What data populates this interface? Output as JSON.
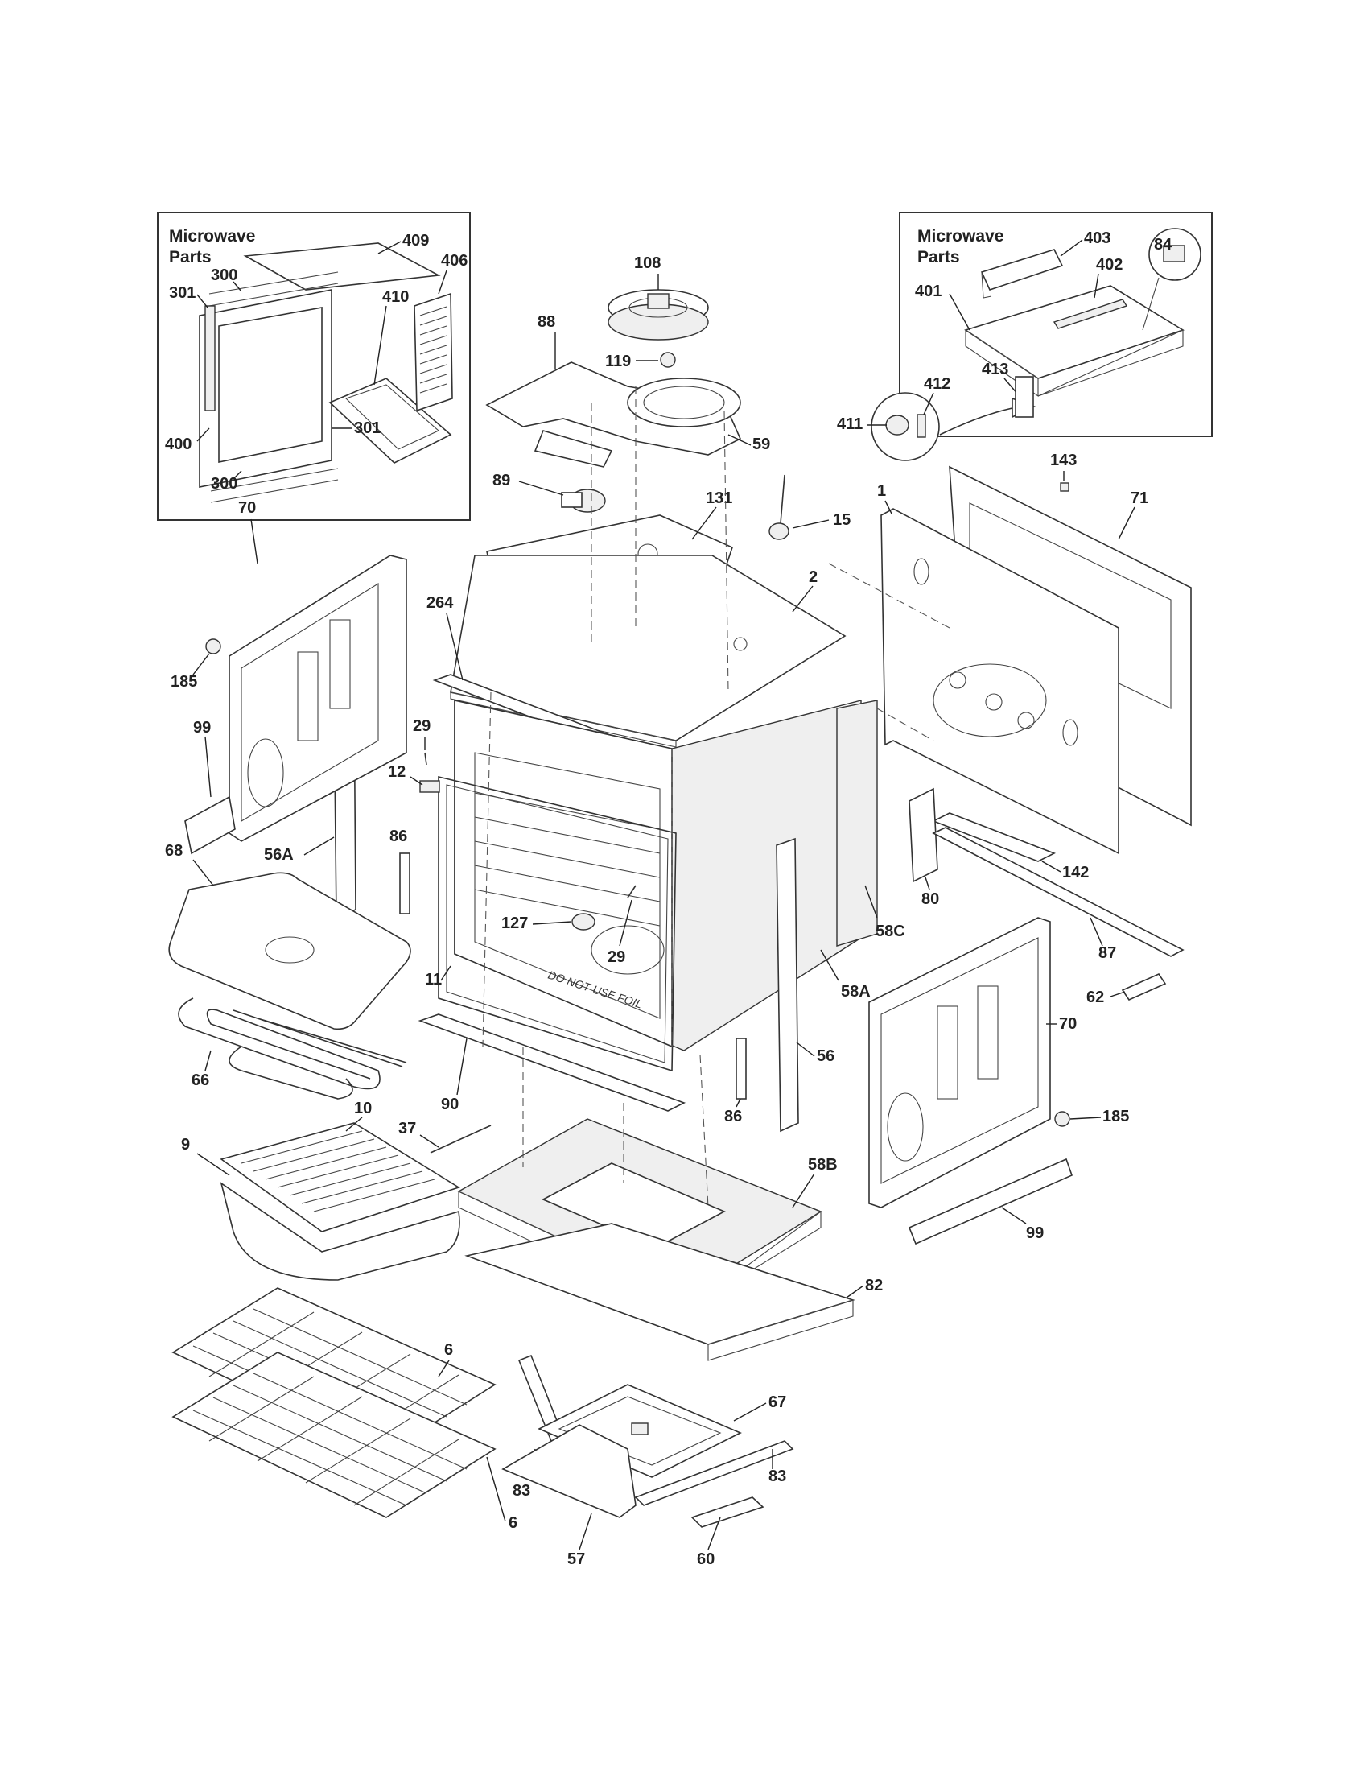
{
  "insets": {
    "left": {
      "title_line1": "Microwave",
      "title_line2": "Parts"
    },
    "right": {
      "title_line1": "Microwave",
      "title_line2": "Parts"
    }
  },
  "colors": {
    "line": "#333333",
    "label": "#222222",
    "background": "#ffffff",
    "fill": "#efefef"
  },
  "stamp_text": "DO NOT USE FOIL",
  "labels": {
    "l409": "409",
    "l300a": "300",
    "l301a": "301",
    "l406": "406",
    "l410": "410",
    "l400": "400",
    "l301b": "301",
    "l300b": "300",
    "l108": "108",
    "l88": "88",
    "l119": "119",
    "l59": "59",
    "l89": "89",
    "l131": "131",
    "l15": "15",
    "l264": "264",
    "l2": "2",
    "l70a": "70",
    "l185a": "185",
    "l99a": "99",
    "l29a": "29",
    "l12": "12",
    "l86a": "86",
    "l56A": "56A",
    "l68": "68",
    "l127": "127",
    "l29b": "29",
    "l11": "11",
    "l66": "66",
    "l90": "90",
    "l58A": "58A",
    "l58C": "58C",
    "l56": "56",
    "l86b": "86",
    "l10": "10",
    "l37": "37",
    "l9": "9",
    "l58B": "58B",
    "l82": "82",
    "l6a": "6",
    "l83a": "83",
    "l67": "67",
    "l83b": "83",
    "l6b": "6",
    "l57": "57",
    "l60": "60",
    "l403": "403",
    "l84": "84",
    "l402": "402",
    "l401": "401",
    "l413": "413",
    "l412": "412",
    "l411": "411",
    "l143": "143",
    "l71": "71",
    "l1": "1",
    "l142": "142",
    "l80": "80",
    "l87": "87",
    "l62": "62",
    "l70b": "70",
    "l185b": "185",
    "l99b": "99"
  }
}
